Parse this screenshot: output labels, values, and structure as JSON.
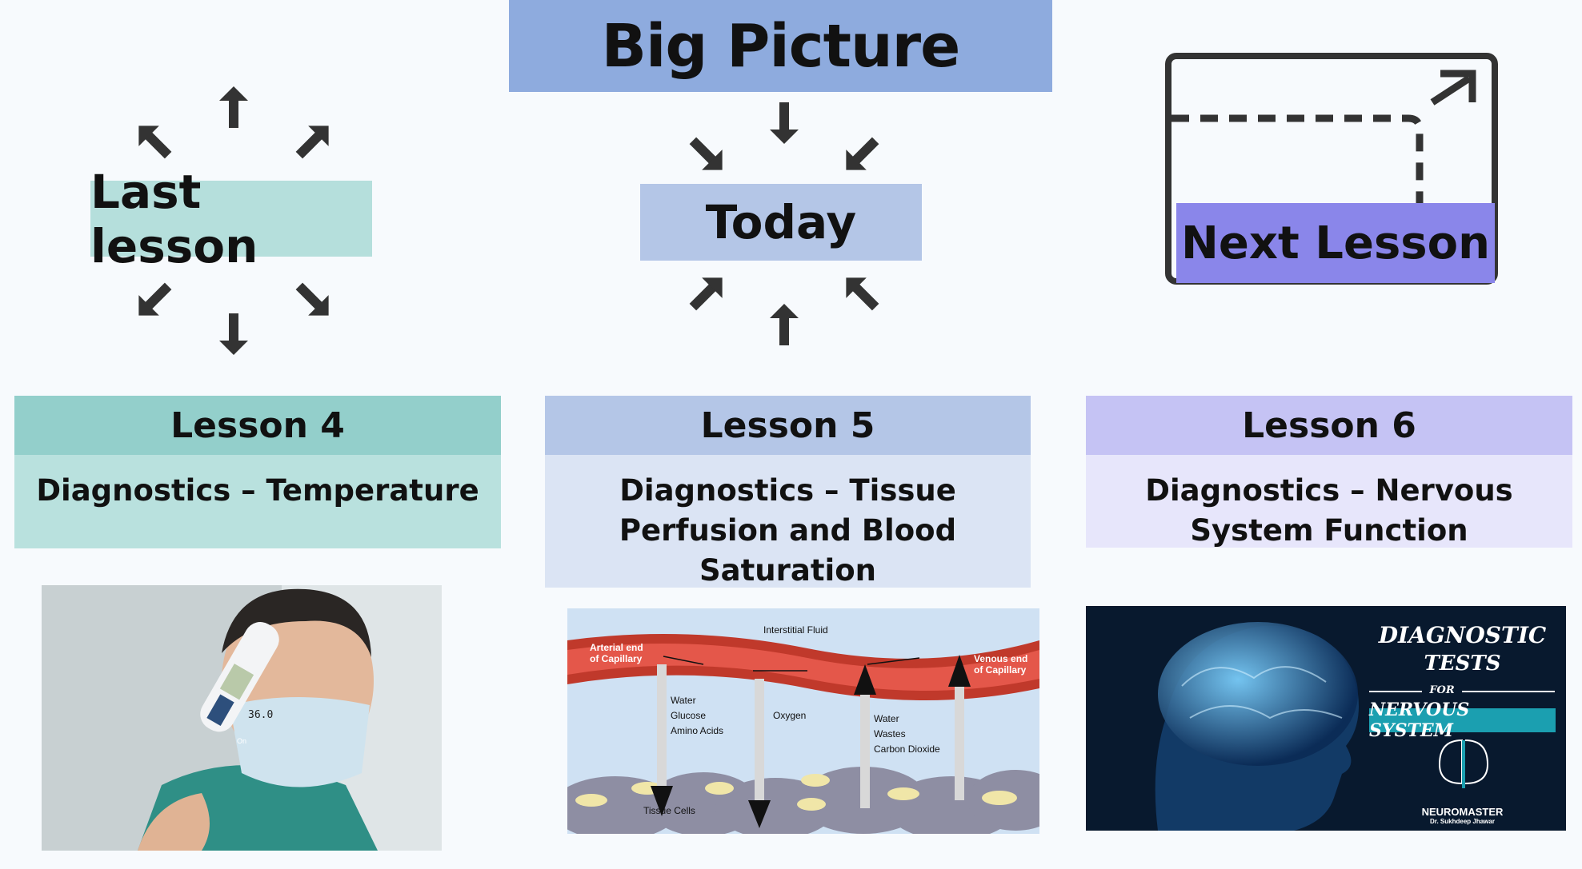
{
  "top": {
    "big_picture": "Big Picture",
    "last_lesson": "Last lesson",
    "today": "Today",
    "next_lesson": "Next Lesson"
  },
  "lessons": [
    {
      "number": "Lesson 4",
      "topic": "Diagnostics – Temperature",
      "color": "#93cfcb"
    },
    {
      "number": "Lesson 5",
      "topic": "Diagnostics – Tissue Perfusion and Blood Saturation",
      "color": "#b4c6e7"
    },
    {
      "number": "Lesson 6",
      "topic": "Diagnostics – Nervous System Function",
      "color": "#c5c3f4"
    }
  ],
  "images": {
    "thermometer_display": "36.0",
    "thermometer_button": "On",
    "capillary": {
      "interstitial_fluid": "Interstitial Fluid",
      "arterial_end_1": "Arterial end",
      "arterial_end_2": "of Capillary",
      "venous_end_1": "Venous end",
      "venous_end_2": "of Capillary",
      "water": "Water",
      "glucose": "Glucose",
      "amino_acids": "Amino Acids",
      "oxygen": "Oxygen",
      "water_out": "Water",
      "wastes": "Wastes",
      "carbon_dioxide": "Carbon Dioxide",
      "tissue_cells": "Tissue Cells"
    },
    "brain": {
      "line1": "DIAGNOSTIC",
      "line2": "TESTS",
      "for": "FOR",
      "banner": "NERVOUS SYSTEM",
      "brand": "NEUROMASTER",
      "author": "Dr. Sukhdeep Jhawar"
    }
  },
  "colors": {
    "arrows": "#333333",
    "next_lesson": "#8a86ea"
  }
}
